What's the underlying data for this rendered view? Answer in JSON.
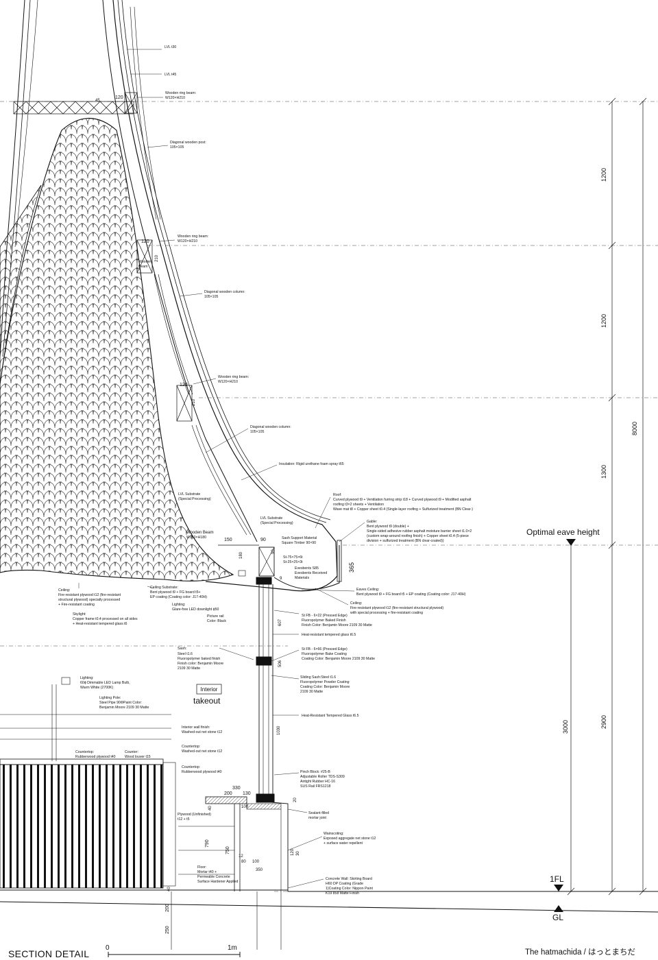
{
  "annotations": {
    "lvl_t30": "LVL t30",
    "lvl_t45": "LVL t45",
    "wooden_ring_beam_top_1": "Wooden ring beam:",
    "wooden_ring_beam_top_2": "W120×H210",
    "diagonal_post_1": "Diagonal wooden post:",
    "diagonal_post_2": "105×105",
    "wooden_ring_beam_mid_1": "Wooden ring beam:",
    "wooden_ring_beam_mid_2": "W120×H210",
    "wooden_beam_small_1": "Wooden",
    "wooden_beam_small_2": "Beam",
    "diagonal_column_a_1": "Diagonal wooden column:",
    "diagonal_column_a_2": "105×105",
    "wooden_ring_beam_low_1": "Wooden ring beam:",
    "wooden_ring_beam_low_2": "W120×H210",
    "diagonal_column_b_1": "Diagonal wooden column:",
    "diagonal_column_b_2": "105×105",
    "insulation": "Insulation: Rigid urethane foam spray t65",
    "roof_1": "Roof:",
    "roof_2": "Curved plywood t9 + Ventilation furring strip t18 + Curved plywood t9 + Modified asphalt",
    "roof_3": "roofing t3×2 sheets + Ventilation",
    "roof_4": "Wave mat t8 + Copper sheet t0.4 (Single-layer roofing + Sulfurized treatment (BN Clear-)",
    "lvl_sub_a_1": "LVL Substrate",
    "lvl_sub_a_2": "(Special Processing)",
    "lvl_sub_b_1": "LVL Substrate",
    "lvl_sub_b_2": "(Special Processing)",
    "gable_1": "Gable:",
    "gable_2": "Bent plywood t9 (double) +",
    "gable_3": "Single-sided adhesive rubber asphalt moisture barrier sheet t1.0×2",
    "gable_4": "(custom wrap-around roofing finish) + Copper sheet t0.4 (5-piece",
    "gable_5": "division + sulfurized treatment (BN clear-coated))",
    "wooden_beam_label_1": "Wooden Beam",
    "wooden_beam_label_2": "W150×H180",
    "sash_support_1": "Sash Support Material",
    "sash_support_2": "Square Timber 90×90",
    "st_a": "St-75×75×6t",
    "st_b": "St-25×25×3t",
    "eves_1": "Evesbents S85",
    "eves_2": "Evesbents Received",
    "eves_3": "Materials",
    "ceiling_1": "Ceiling:",
    "ceiling_2": "Fire-resistant plywood t12 (fire-resistant",
    "ceiling_3": "structural plywood) specially processed",
    "ceiling_4": "+ Fire-resistant coating",
    "ceiling_sub_1": "Ceiling Substrate:",
    "ceiling_sub_2": "Bent plywood t9 + FG board t5+",
    "ceiling_sub_3": "EP coating (Coating color: J17-40H)",
    "eaves_ceiling_1": "Eaves Ceiling:",
    "eaves_ceiling_2": "Bent plywood t9 + FG board t5 + EP coating (Coating color: J17-40H)",
    "ceiling_b_1": "Ceiling:",
    "ceiling_b_2": "Fire-resistant plywood t12 (fire-resistant structural plywood)",
    "ceiling_b_3": "with special processing + fire-resistant coating",
    "lighting_1": "Lighting:",
    "lighting_2": "Glare-free LED downlight ϕ50",
    "skylight_1": "Skylight:",
    "skylight_2": "Copper frame t0.4 processed on all sides",
    "skylight_3": "+ Heat-resistant tempered glass t6",
    "picture_rail_1": "Picture rail",
    "picture_rail_2": "Color: Black",
    "stfb_a_1": "St FB - 6×22 (Pressed Edge)",
    "stfb_a_2": "Fluoropolymer Baked Finish",
    "stfb_a_3": "Finish Color: Benjamin Moore 2109 30 Matte",
    "heat_glass_a": "Heat-resistant tempered glass t6.5",
    "sash_1": "Sash:",
    "sash_2": "Steel t1.6",
    "sash_3": "Fluoropolymer baked finish",
    "sash_4": "Finish color: Benjamin Moore",
    "sash_5": "2109 30 Matte",
    "stfb_b_1": "St FB - 6×66 (Pressed Edge)",
    "stfb_b_2": "Fluoropolymer Bake Coating",
    "stfb_b_3": "Coating Color: Benjamin Moore 2109 30 Matte",
    "lighting_b_1": "Lighting:",
    "lighting_b_2": "60ϕ Dimmable LED Lamp Bulb,",
    "lighting_b_3": "Warm White (2700K)",
    "lighting_pole_1": "Lighting Pole:",
    "lighting_pole_2": "Steel Pipe 90ΦPaint Color:",
    "lighting_pole_3": "Benjamin Moore 2109 30 Matte",
    "sliding_1": "Sliding Sash:Steel t1.6",
    "sliding_2": "Fluoropolymer Powder Coating",
    "sliding_3": "Coating Color: Benjamin Moore",
    "sliding_4": "2109 30 Matte",
    "heat_glass_b": "Heat-Resistant Tempered Glass t6.5",
    "interior_wall_1": "Interior wall finish:",
    "interior_wall_2": "Washed-out net stone t12",
    "countertop_a_1": "Countertop:",
    "countertop_a_2": "Rubberwood plywood t40",
    "counter_1": "Counter:",
    "counter_2": "Wood louver t15",
    "countertop_b_1": "Countertop:",
    "countertop_b_2": "Washed-out net stone t12",
    "countertop_c_1": "Countertop:",
    "countertop_c_2": "Rubberwood plywood t40",
    "pinch_1": "Pinch Block: #25-B",
    "pinch_2": "Adjustable Roller TDS-S309",
    "pinch_3": "Airtight Rubber HC-16",
    "pinch_4": "SUS Rail FRS1218",
    "plywood_1": "Plywood (Unfinished)",
    "plywood_2": "t12 + t5",
    "sealant_1": "Sealant-filled",
    "sealant_2": "mortar joint",
    "wainscoting_1": "Wainscoting:",
    "wainscoting_2": "Exposed aggregate net stone t12",
    "wainscoting_3": "+ surface water repellent",
    "floor_1": "Floor:",
    "floor_2": "Mortar t40 +",
    "floor_3": "Permeable Concrete",
    "floor_4": "Surface Hardener Applied",
    "concrete_1": "Concrete Wall: Skirting Board",
    "concrete_2": "H60 DP Coating (Grade",
    "concrete_3": "1)Coating Color: Nippon Paint",
    "concrete_4": "K19 858 Matte Finish"
  },
  "room_labels": {
    "interior": "Interior",
    "takeout": "takeout"
  },
  "dimensions": {
    "d120_top": "120",
    "d45": "45",
    "d120_mid": "120",
    "d210_mid": "210",
    "d120_low": "120",
    "d210_low": "210",
    "d150": "150",
    "d180": "180",
    "d90": "90",
    "d90v": "90",
    "d365": "365",
    "d9": "9",
    "d607": "607",
    "d506": "506",
    "d1030": "1030",
    "d330": "330",
    "d200": "200",
    "d130": "130",
    "d20": "20",
    "d40": "40",
    "d100": "100",
    "d790": "790",
    "d750": "750",
    "d12a": "12",
    "d80": "80",
    "d100b": "100",
    "d350": "350",
    "d120v": "120",
    "d30": "30",
    "d40b": "40",
    "d200b": "200",
    "d250": "250",
    "right_1200a": "1200",
    "right_1200b": "1200",
    "right_1300": "1300",
    "right_2900": "2900",
    "right_8000": "8000",
    "right_3000": "3000"
  },
  "levels": {
    "eave": "Optimal eave height",
    "fl": "1FL",
    "gl": "GL"
  },
  "footer": {
    "title": "SECTION DETAIL",
    "scale_zero": "0",
    "scale_one": "1m",
    "project": "The hatmachida / はっとまちだ"
  }
}
